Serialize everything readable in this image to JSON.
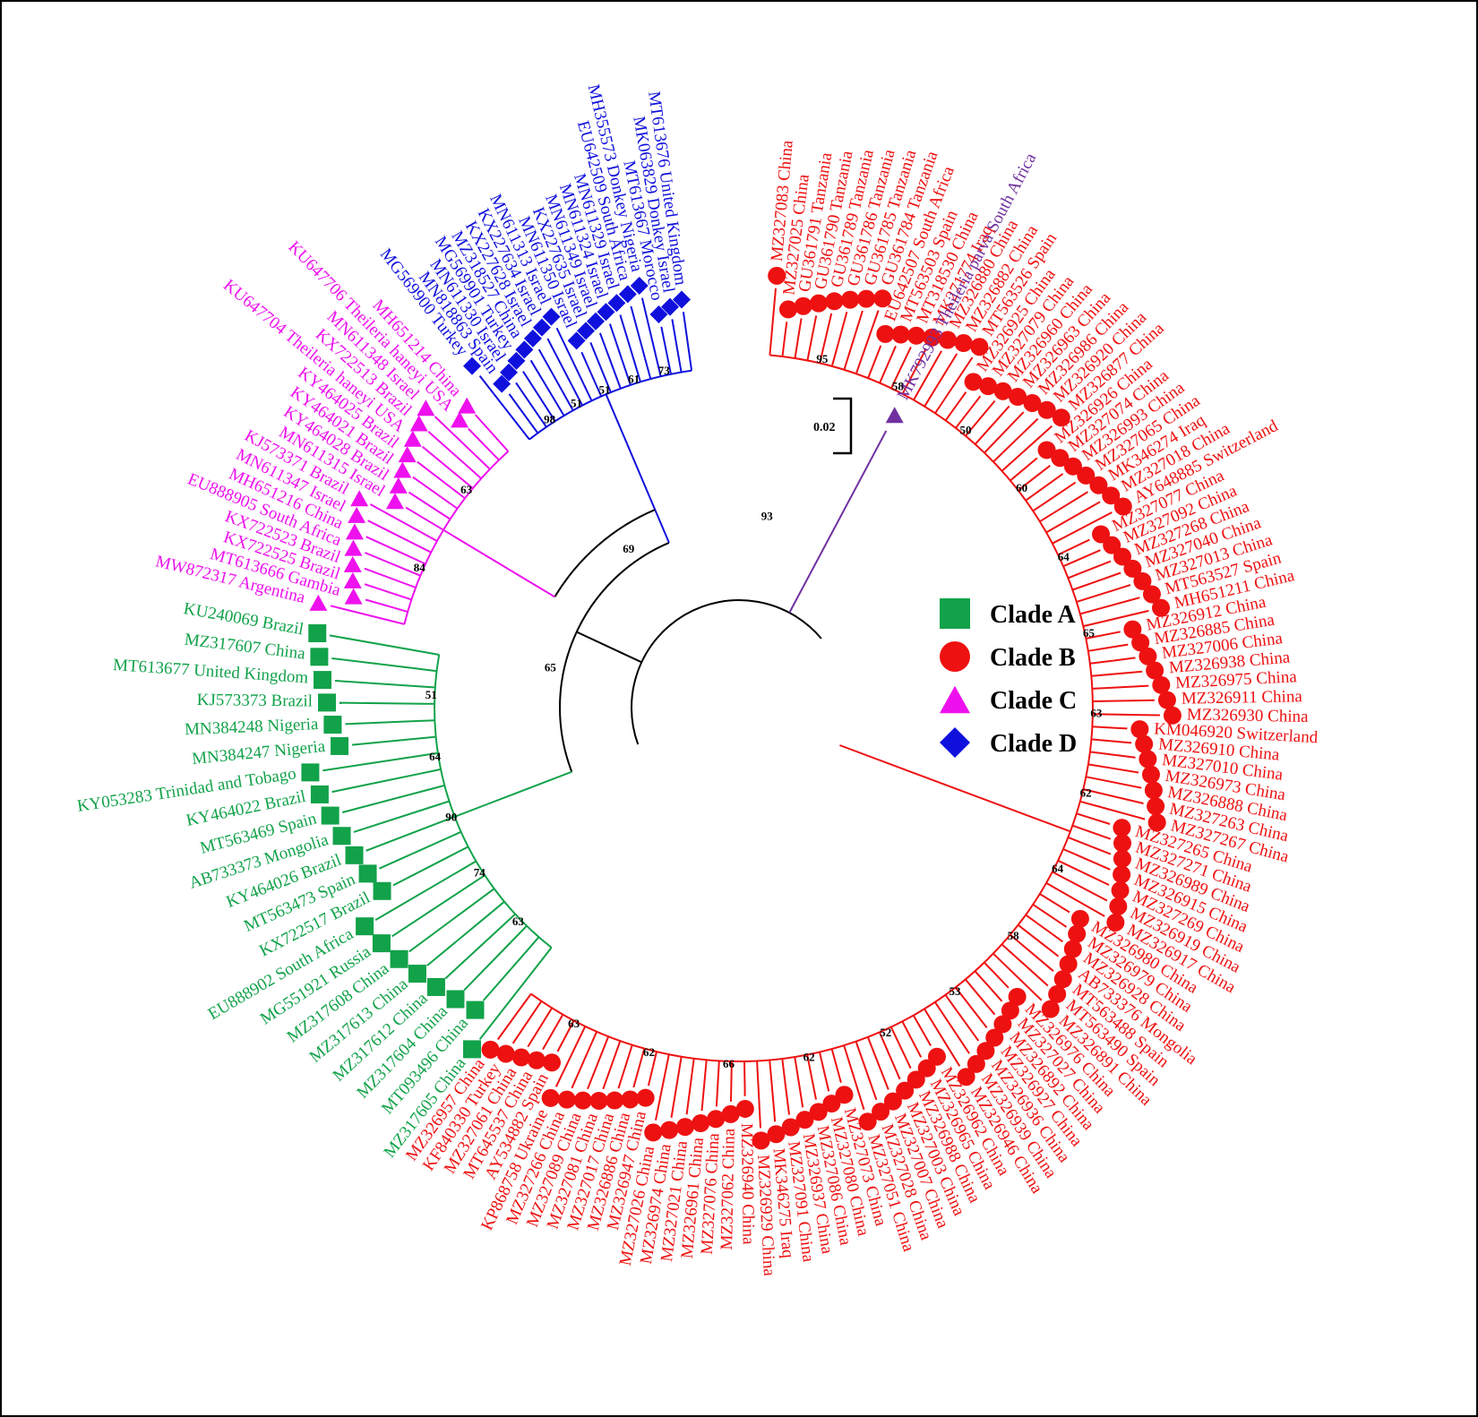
{
  "colors": {
    "A": "#12a24a",
    "B": "#ee1111",
    "C": "#ee11ee",
    "D": "#1010dd",
    "outgroup": "#7030a0",
    "backbone": "#000000"
  },
  "legend": [
    {
      "clade": "A",
      "label": "Clade A",
      "shape": "square"
    },
    {
      "clade": "B",
      "label": "Clade B",
      "shape": "circle"
    },
    {
      "clade": "C",
      "label": "Clade C",
      "shape": "triangle"
    },
    {
      "clade": "D",
      "label": "Clade D",
      "shape": "diamond"
    }
  ],
  "scale_bar": {
    "label": "0.02"
  },
  "outgroup": {
    "label": "MK792993 Theileria parva South Africa"
  },
  "clades": {
    "D": [
      "MG569900 Turkey",
      "MN818863 Spain",
      "MN611330 Israel",
      "MG569901 Turkey",
      "MZ318527 China",
      "KX227628 Israel",
      "KX227634 Israel",
      "MN611313 Israel",
      "MN611350 Israel",
      "KX227635 Israel",
      "MN611349 Israel",
      "MN611324 Israel",
      "MN611329 Israel",
      "EU642509 South Africa",
      "MH355573 Donkey Nigeria",
      "MT613667 Morocco",
      "MK063829 Donkey Israel",
      "MT613676 United Kingdom"
    ],
    "C": [
      "MW872317 Argentina",
      "MT613666 Gambia",
      "KX722525 Brazil",
      "KX722523 Brazil",
      "EU888905 South Africa",
      "MH651216 China",
      "MN611347 Israel",
      "KJ573371 Brazil",
      "MN611315 Israel",
      "KY464028 Brazil",
      "KY464021 Brazil",
      "KY464025 Brazil",
      "KU647704 Theileria haneyi USA",
      "KX722513 Brazil",
      "MN611348 Israel",
      "KU647706 Theileria haneyi USA",
      "MH651214 China"
    ],
    "A": [
      "MZ317605 China",
      "MT093496 China",
      "MZ317604 China",
      "MZ317612 China",
      "MZ317613 China",
      "MZ317608 China",
      "MG551921 Russia",
      "EU888902 South Africa",
      "KX722517 Brazil",
      "MT563473 Spain",
      "KY464026 Brazil",
      "AB733373 Mongolia",
      "MT563469 Spain",
      "KY464022 Brazil",
      "KY053283 Trinidad and Tobago",
      "MN384247 Nigeria",
      "MN384248 Nigeria",
      "KJ573373 Brazil",
      "MT613677 United Kingdom",
      "MZ317607 China",
      "KU240069 Brazil"
    ],
    "B": [
      "MZ327083 China",
      "MZ327025 China",
      "GU361791 Tanzania",
      "GU361790 Tanzania",
      "GU361789 Tanzania",
      "GU361786 Tanzania",
      "GU361785 Tanzania",
      "GU361784 Tanzania",
      "EU642507 South Africa",
      "MT563503 Spain",
      "MT318530 China",
      "MK271774 Iraq",
      "MZ326880 China",
      "MZ326882 China",
      "MT563526 Spain",
      "MZ326925 China",
      "MZ327079 China",
      "MZ326960 China",
      "MZ326963 China",
      "MZ326986 China",
      "MZ326920 China",
      "MZ326877 China",
      "MZ326926 China",
      "MZ327074 China",
      "MZ326993 China",
      "MZ327065 China",
      "MK346274 Iraq",
      "MZ327018 China",
      "AY648885 Switzerland",
      "MZ327077 China",
      "MZ327092 China",
      "MZ327268 China",
      "MZ327040 China",
      "MZ327013 China",
      "MT563527 Spain",
      "MH651211 China",
      "MZ326912 China",
      "MZ326885 China",
      "MZ327006 China",
      "MZ326938 China",
      "MZ326975 China",
      "MZ326911 China",
      "MZ326930 China",
      "KM046920 Switzerland",
      "MZ326910 China",
      "MZ327010 China",
      "MZ326973 China",
      "MZ326888 China",
      "MZ327263 China",
      "MZ327267 China",
      "MZ327265 China",
      "MZ327271 China",
      "MZ326989 China",
      "MZ326915 China",
      "MZ327269 China",
      "MZ326919 China",
      "MZ326917 China",
      "MZ326980 China",
      "MZ326979 China",
      "MZ326928 China",
      "AB733376 Mongolia",
      "MT563488 Spain",
      "MT563490 Spain",
      "MZ326891 China",
      "MZ326976 China",
      "MZ327027 China",
      "MZ326892 China",
      "MZ326927 China",
      "MZ326936 China",
      "MZ326939 China",
      "MZ326946 China",
      "MZ326962 China",
      "MZ326965 China",
      "MZ326988 China",
      "MZ327003 China",
      "MZ327007 China",
      "MZ327028 China",
      "MZ327051 China",
      "MZ327073 China",
      "MZ327080 China",
      "MZ327086 China",
      "MZ326937 China",
      "MZ327091 China",
      "MK346275 Iraq",
      "MZ326929 China",
      "MZ326940 China",
      "MZ327062 China",
      "MZ327076 China",
      "MZ326961 China",
      "MZ327021 China",
      "MZ326974 China",
      "MZ327026 China",
      "MZ326947 China",
      "MZ326886 China",
      "MZ327017 China",
      "MZ327081 China",
      "MZ327089 China",
      "MZ327266 China",
      "KP868758 Ukraine",
      "AY534882 Spain",
      "MT645537 China",
      "MZ327061 China",
      "KF840330 Turkey",
      "MZ326957 China"
    ]
  },
  "bootstrap": [
    {
      "value": "98",
      "clade": "D"
    },
    {
      "value": "51",
      "clade": "D"
    },
    {
      "value": "51",
      "clade": "D"
    },
    {
      "value": "61",
      "clade": "D"
    },
    {
      "value": "73",
      "clade": "D"
    },
    {
      "value": "65",
      "clade": "backbone"
    },
    {
      "value": "69",
      "clade": "backbone"
    },
    {
      "value": "93",
      "clade": "backbone"
    },
    {
      "value": "84",
      "clade": "C"
    },
    {
      "value": "63",
      "clade": "C"
    },
    {
      "value": "63",
      "clade": "A"
    },
    {
      "value": "74",
      "clade": "A"
    },
    {
      "value": "90",
      "clade": "A"
    },
    {
      "value": "64",
      "clade": "A"
    },
    {
      "value": "51",
      "clade": "A"
    },
    {
      "value": "95",
      "clade": "B"
    },
    {
      "value": "58",
      "clade": "B"
    },
    {
      "value": "50",
      "clade": "B"
    },
    {
      "value": "60",
      "clade": "B"
    },
    {
      "value": "64",
      "clade": "B"
    },
    {
      "value": "65",
      "clade": "B"
    },
    {
      "value": "63",
      "clade": "B"
    },
    {
      "value": "62",
      "clade": "B"
    },
    {
      "value": "64",
      "clade": "B"
    },
    {
      "value": "58",
      "clade": "B"
    },
    {
      "value": "53",
      "clade": "B"
    },
    {
      "value": "52",
      "clade": "B"
    },
    {
      "value": "62",
      "clade": "B"
    },
    {
      "value": "66",
      "clade": "B"
    },
    {
      "value": "62",
      "clade": "B"
    },
    {
      "value": "63",
      "clade": "B"
    }
  ]
}
